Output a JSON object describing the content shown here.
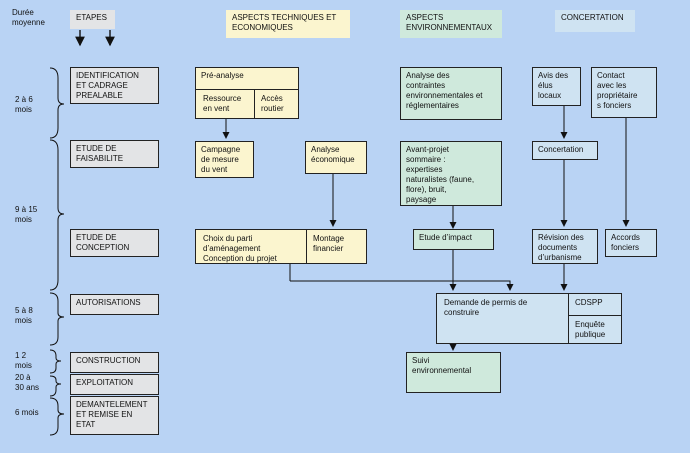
{
  "durations_header": "Durée\nmoyenne",
  "etapes_header": "ETAPES",
  "columns": {
    "tech": "ASPECTS TECHNIQUES ET\nECONOMIQUES",
    "env": "ASPECTS\nENVIRONNEMENTAUX",
    "conc": "CONCERTATION"
  },
  "durations": {
    "d1": "2 à 6\nmois",
    "d2": "9 à 15\nmois",
    "d3": "5 à 8\nmois",
    "d4": "1 2\nmois",
    "d5": "20 à\n30 ans",
    "d6": "6 mois"
  },
  "stages": {
    "identification": "IDENTIFICATION\nET CADRAGE\nPREALABLE",
    "faisabilite": "ETUDE DE\nFAISABILITE",
    "conception": "ETUDE DE\nCONCEPTION",
    "autorisations": "AUTORISATIONS",
    "construction": "CONSTRUCTION",
    "exploitation": "EXPLOITATION",
    "demantelement": "DEMANTELEMENT\nET REMISE  EN\nETAT"
  },
  "tech": {
    "pre_analyse": "Pré-analyse",
    "ressource": "Ressource\nen vent",
    "acces": "Accès\nroutier",
    "campagne": "Campagne\nde mesure\ndu vent",
    "analyse_eco": "Analyse\néconomique",
    "choix": "Choix du parti\nd’aménagement\nConception du projet",
    "montage": "Montage\nfinancier"
  },
  "env": {
    "analyse": "Analyse des\ncontraintes\nenvironnementales  et\nréglementaires",
    "avant_projet": "Avant-projet\nsommaire :\nexpertises\nnaturalistes  (faune,\nflore),  bruit,\npaysage",
    "etude_impact": "Etude d’impact",
    "suivi": "Suivi\nenvironnemental"
  },
  "conc": {
    "avis": "Avis  des\nélus\nlocaux",
    "contact": "Contact\navec les\npropriétaire\ns fonciers",
    "concertation": "Concertation",
    "revision": "Révision  des\ndocuments\nd’urbanisme",
    "accords": "Accords\nfonciers"
  },
  "permis": {
    "demande": "Demande de permis  de\nconstruire",
    "cdspp": "CDSPP",
    "enquete": "Enquête\npublique"
  }
}
